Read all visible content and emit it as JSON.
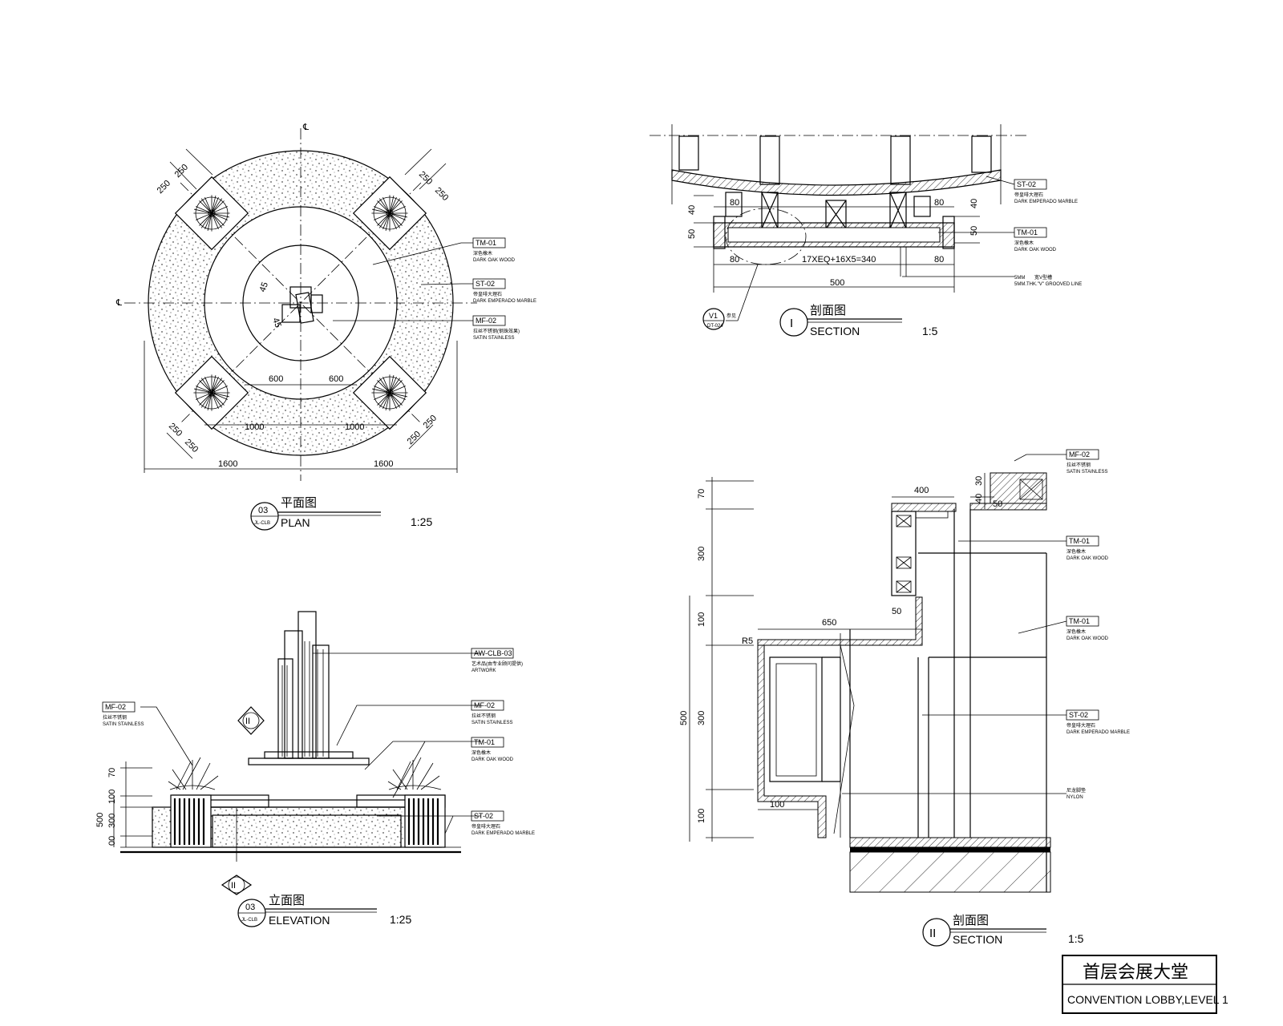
{
  "callouts": {
    "plan": [
      {
        "code": "TM-01",
        "cn": "深色橡木",
        "en": "DARK OAK WOOD"
      },
      {
        "code": "ST-02",
        "cn": "帝皇啡大理石",
        "en": "DARK EMPERADO MARBLE"
      },
      {
        "code": "MF-02",
        "cn": "拉丝不锈钢(钢珠效果)",
        "en": "SATIN STAINLESS"
      }
    ],
    "section1": [
      {
        "code": "ST-02",
        "cn": "帝皇啡大理石",
        "en": "DARK EMPERADO MARBLE"
      },
      {
        "code": "TM-01",
        "cn": "深色橡木",
        "en": "DARK OAK WOOD"
      },
      {
        "code": "5MM",
        "cn": "宽V型槽",
        "en": "5MM.THK.\"V\" GROOVED LINE"
      }
    ],
    "elevation": [
      {
        "code": "AW-CLB-03",
        "cn": "艺术品(由专业顾问提供)",
        "en": "ARTWORK"
      },
      {
        "code": "MF-02",
        "cn": "拉丝不锈钢",
        "en": "SATIN STAINLESS"
      },
      {
        "code": "TM-01",
        "cn": "深色橡木",
        "en": "DARK OAK WOOD"
      },
      {
        "code": "ST-02",
        "cn": "帝皇啡大理石",
        "en": "DARK EMPERADO MARBLE"
      },
      {
        "code": "MF-02",
        "cn": "拉丝不锈钢",
        "en": "SATIN STAINLESS"
      }
    ],
    "section2": [
      {
        "code": "MF-02",
        "cn": "拉丝不锈钢",
        "en": "SATIN STAINLESS"
      },
      {
        "code": "TM-01",
        "cn": "深色橡木",
        "en": "DARK OAK WOOD"
      },
      {
        "code": "TM-01",
        "cn": "深色橡木",
        "en": "DARK OAK WOOD"
      },
      {
        "code": "ST-02",
        "cn": "帝皇啡大理石",
        "en": "DARK EMPERADO MARBLE"
      },
      {
        "code": "",
        "cn": "尼龙脚垫",
        "en": "NYLON"
      }
    ]
  },
  "plan": {
    "cl": "℄",
    "dims": {
      "a250": "250",
      "d45": "45",
      "d600": "600",
      "d1000": "1000",
      "d1600": "1600"
    },
    "title": {
      "num": "03",
      "ref": "JL-CLB",
      "cn": "平面图",
      "en": "PLAN",
      "scale": "1:25"
    }
  },
  "elevation": {
    "section_mark": "II",
    "dims": {
      "d70": "70",
      "d300": "300",
      "d100": "100",
      "d500": "500",
      "d00": "00"
    },
    "title": {
      "num": "03",
      "ref": "JL-CLB",
      "cn": "立面图",
      "en": "ELEVATION",
      "scale": "1:25"
    }
  },
  "section1": {
    "dims": {
      "d40": "40",
      "d50": "50",
      "d80": "80",
      "formula": "17XEQ+16X5=340",
      "d500": "500"
    },
    "detail": {
      "code": "V1",
      "ref": "DT-024",
      "cn": "参见"
    },
    "title": {
      "num": "I",
      "cn": "剖面图",
      "en": "SECTION",
      "scale": "1:5"
    }
  },
  "section2": {
    "dims": {
      "d70": "70",
      "d300": "300",
      "d100": "100",
      "d500": "500",
      "d400": "400",
      "d30": "30",
      "d40": "40",
      "d50": "50",
      "d650": "650",
      "r5": "R5"
    },
    "title": {
      "num": "II",
      "cn": "剖面图",
      "en": "SECTION",
      "scale": "1:5"
    }
  },
  "titleblock": {
    "cn": "首层会展大堂",
    "en": "CONVENTION LOBBY,LEVEL 1"
  }
}
